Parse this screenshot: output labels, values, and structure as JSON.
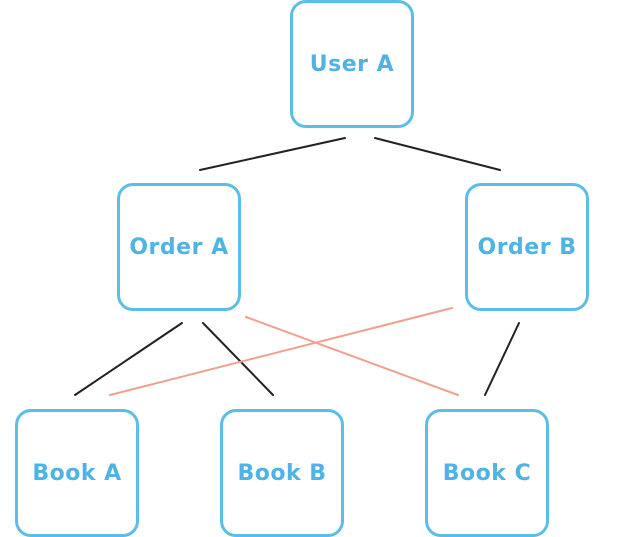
{
  "diagram": {
    "nodes": [
      {
        "id": "user-a",
        "label": "User A"
      },
      {
        "id": "order-a",
        "label": "Order A"
      },
      {
        "id": "order-b",
        "label": "Order B"
      },
      {
        "id": "book-a",
        "label": "Book A"
      },
      {
        "id": "book-b",
        "label": "Book B"
      },
      {
        "id": "book-c",
        "label": "Book C"
      }
    ],
    "edges": [
      {
        "from": "user-a",
        "to": "order-a",
        "kind": "direct"
      },
      {
        "from": "user-a",
        "to": "order-b",
        "kind": "direct"
      },
      {
        "from": "order-a",
        "to": "book-a",
        "kind": "direct"
      },
      {
        "from": "order-a",
        "to": "book-b",
        "kind": "direct"
      },
      {
        "from": "order-b",
        "to": "book-c",
        "kind": "direct"
      },
      {
        "from": "order-a",
        "to": "book-c",
        "kind": "cross"
      },
      {
        "from": "order-b",
        "to": "book-a",
        "kind": "cross"
      }
    ]
  },
  "colors": {
    "node_border": "#5bbde8",
    "node_text": "#4fb3e4",
    "edge_direct": "#222222",
    "edge_cross": "#f0a090"
  }
}
